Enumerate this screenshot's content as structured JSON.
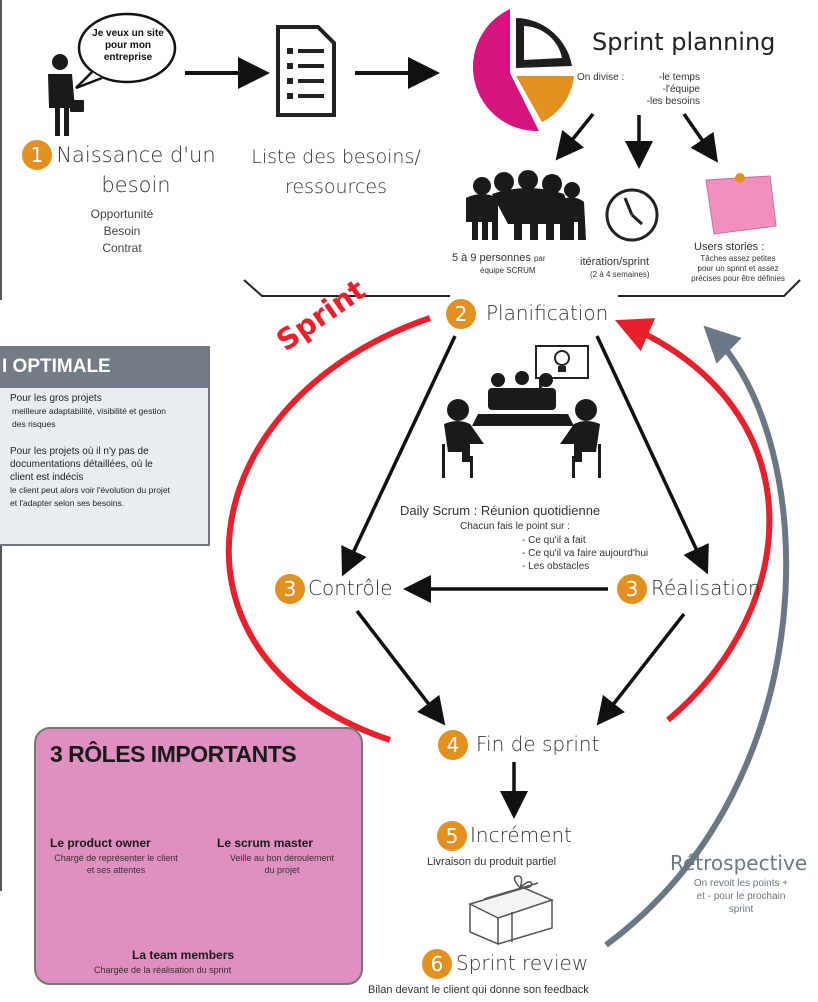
{
  "top": {
    "bubble": "Je veux un site pour mon entreprise",
    "step1": {
      "number": "1",
      "title": "Naissance d'un besoin",
      "details": [
        "Opportunité",
        "Besoin",
        "Contrat"
      ]
    },
    "list_title": "Liste des besoins/ ressources",
    "sprint_planning": {
      "title": "Sprint planning",
      "divise": "On divise :",
      "items": [
        "-le temps",
        "-l'équipe",
        "-les besoins"
      ]
    },
    "team": {
      "line1": "5 à 9 personnes",
      "par": "par",
      "line2": "équipe SCRUM"
    },
    "iteration": {
      "line1": "itération/sprint",
      "line2": "(2 à 4 semaines)"
    },
    "stories": {
      "title": "Users stories :",
      "line1": "Tâches assez petites",
      "line2": "pour un sprint et assez",
      "line3": "précises pour être définies"
    }
  },
  "advantage": {
    "title": "I OPTIMALE",
    "p1_title": "Pour les gros projets",
    "p1_body1": "meilleure adaptabilité, visibilité et gestion",
    "p1_body2": "des risques",
    "p2_line1": "Pour les projets où il n'y pas de",
    "p2_line2": "documentations détaillées, où le",
    "p2_line3": "client est indécis",
    "p2_body1": "le client peut alors voir l'évolution du projet",
    "p2_body2": "et l'adapter selon ses besoins."
  },
  "cycle": {
    "sprint_label": "Sprint",
    "step2": {
      "number": "2",
      "label": "Planification"
    },
    "daily": {
      "title": "Daily Scrum : Réunion quotidienne",
      "sub": "Chacun fais le point sur :",
      "items": [
        "- Ce qu'il a fait",
        "- Ce qu'il va faire aujourd'hui",
        "- Les obstacles"
      ]
    },
    "step3a": {
      "number": "3",
      "label": "Contrôle"
    },
    "step3b": {
      "number": "3",
      "label": "Réalisation"
    },
    "step4": {
      "number": "4",
      "label": "Fin de sprint"
    },
    "step5": {
      "number": "5",
      "label": "Incrément",
      "sub": "Livraison du produit partiel"
    },
    "step6": {
      "number": "6",
      "label": "Sprint review",
      "sub": "Bilan devant le client qui donne son feedback"
    },
    "retro": {
      "title": "Rétrospective",
      "line1": "On revoit les points +",
      "line2": "et - pour le prochain",
      "line3": "sprint"
    }
  },
  "roles": {
    "title": "3 RÔLES IMPORTANTS",
    "po": {
      "name": "Le product owner",
      "desc1": "Chargé de représenter le client",
      "desc2": "et ses attentes"
    },
    "sm": {
      "name": "Le scrum master",
      "desc1": "Veille au bon déroulement",
      "desc2": "du projet"
    },
    "team": {
      "name": "La team members",
      "desc": "Chargée de la réalisation du sprint"
    }
  },
  "colors": {
    "accent_orange": "#e2901f",
    "sprint_red": "#e8202b",
    "retro_blue": "#6b7784",
    "pie_magenta": "#d6147f",
    "roles_pink": "#df8fc0",
    "sticky_pink": "#f38fc0"
  },
  "icons": [
    "person-with-briefcase-icon",
    "speech-bubble-icon",
    "checklist-document-icon",
    "pie-chart-icon",
    "team-group-icon",
    "clock-icon",
    "sticky-note-icon",
    "meeting-table-icon",
    "lightbulb-bubble-icon",
    "thumbs-up-icon",
    "gift-box-icon"
  ]
}
